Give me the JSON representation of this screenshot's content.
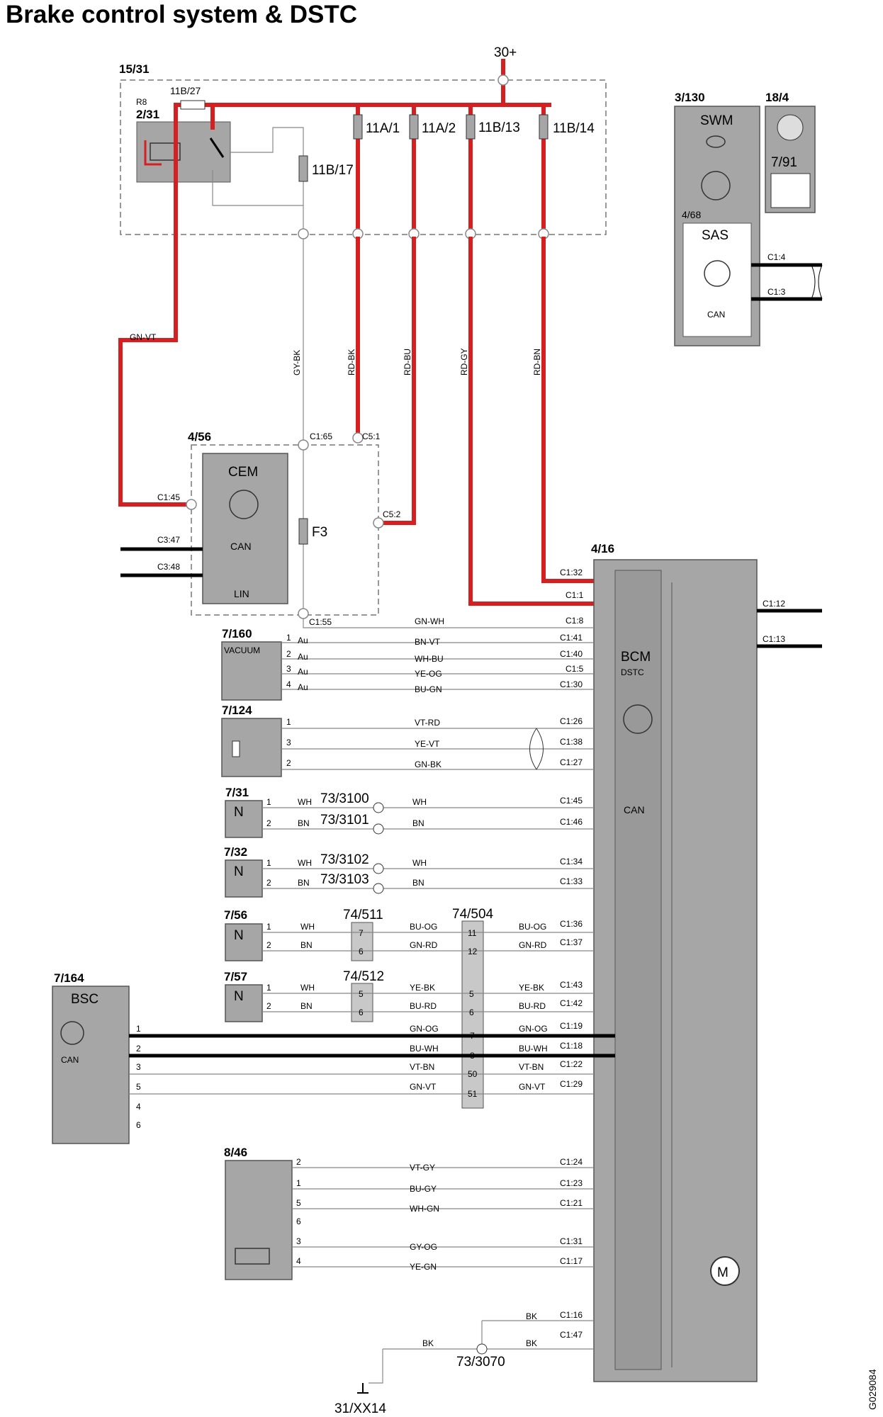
{
  "title": "Brake control system & DSTC",
  "doc_id": "G029084",
  "supply": "30+",
  "ground": "31/XX14",
  "fusebox": {
    "id": "15/31",
    "relay_id": "2/31",
    "relay_r": "R8",
    "fuses": [
      "11B/27",
      "11A/1",
      "11A/2",
      "11B/13",
      "11B/14",
      "11B/17"
    ]
  },
  "cem": {
    "id": "4/56",
    "name": "CEM",
    "can": "CAN",
    "lin": "LIN",
    "fuse": "F3"
  },
  "swm": {
    "id": "3/130",
    "name": "SWM",
    "sas_id": "4/68",
    "sas": "SAS",
    "can": "CAN"
  },
  "comp_18_4": "18/4",
  "comp_7_91": "7/91",
  "bcm": {
    "id": "4/16",
    "name": "BCM",
    "sub": "DSTC",
    "can": "CAN"
  },
  "wires": {
    "gn_vt": "GN-VT",
    "gy_bk": "GY-BK",
    "rd_bk": "RD-BK",
    "rd_bu": "RD-BU",
    "rd_gy": "RD-GY",
    "rd_bn": "RD-BN",
    "gn_wh": "GN-WH",
    "bk": "BK"
  },
  "pins": {
    "c1_65": "C1:65",
    "c5_1": "C5:1",
    "c1_45": "C1:45",
    "c5_2": "C5:2",
    "c3_47": "C3:47",
    "c3_48": "C3:48",
    "c1_55": "C1:55",
    "c1_32": "C1:32",
    "c1_1": "C1:1",
    "c1_8": "C1:8",
    "c1_12": "C1:12",
    "c1_13": "C1:13",
    "c1_4": "C1:4",
    "c1_3": "C1:3",
    "c1_16": "C1:16",
    "c1_47": "C1:47"
  },
  "vacuum": {
    "id": "7/160",
    "name": "VACUUM",
    "rows": [
      {
        "n": "1",
        "t": "Au",
        "w": "BN-VT",
        "p": "C1:41"
      },
      {
        "n": "2",
        "t": "Au",
        "w": "WH-BU",
        "p": "C1:40"
      },
      {
        "n": "3",
        "t": "Au",
        "w": "YE-OG",
        "p": "C1:5"
      },
      {
        "n": "4",
        "t": "Au",
        "w": "BU-GN",
        "p": "C1:30"
      }
    ]
  },
  "pedal": {
    "id": "7/124",
    "rows": [
      {
        "n": "1",
        "w": "VT-RD",
        "p": "C1:26"
      },
      {
        "n": "3",
        "w": "YE-VT",
        "p": "C1:38"
      },
      {
        "n": "2",
        "w": "GN-BK",
        "p": "C1:27"
      }
    ]
  },
  "wheel_front": [
    {
      "id": "7/31",
      "n": "N",
      "r": [
        {
          "n": "1",
          "a": "WH",
          "s": "73/3100",
          "b": "WH",
          "p": "C1:45"
        },
        {
          "n": "2",
          "a": "BN",
          "s": "73/3101",
          "b": "BN",
          "p": "C1:46"
        }
      ]
    },
    {
      "id": "7/32",
      "n": "N",
      "r": [
        {
          "n": "1",
          "a": "WH",
          "s": "73/3102",
          "b": "WH",
          "p": "C1:34"
        },
        {
          "n": "2",
          "a": "BN",
          "s": "73/3103",
          "b": "BN",
          "p": "C1:33"
        }
      ]
    }
  ],
  "wheel_rear": [
    {
      "id": "7/56",
      "n": "N",
      "conn": "74/511",
      "r": [
        {
          "n": "1",
          "a": "WH",
          "c": "7",
          "b": "BU-OG",
          "d": "11",
          "e": "BU-OG",
          "p": "C1:36"
        },
        {
          "n": "2",
          "a": "BN",
          "c": "6",
          "b": "GN-RD",
          "d": "12",
          "e": "GN-RD",
          "p": "C1:37"
        }
      ]
    },
    {
      "id": "7/57",
      "n": "N",
      "conn": "74/512",
      "r": [
        {
          "n": "1",
          "a": "WH",
          "c": "5",
          "b": "YE-BK",
          "d": "5",
          "e": "YE-BK",
          "p": "C1:43"
        },
        {
          "n": "2",
          "a": "BN",
          "c": "6",
          "b": "BU-RD",
          "d": "6",
          "e": "BU-RD",
          "p": "C1:42"
        }
      ]
    }
  ],
  "conn_504": "74/504",
  "bsc": {
    "id": "7/164",
    "name": "BSC",
    "can": "CAN",
    "rows": [
      {
        "n": "1",
        "w": "GN-OG",
        "c": "7",
        "e": "GN-OG",
        "p": "C1:19"
      },
      {
        "n": "2",
        "w": "BU-WH",
        "c": "8",
        "e": "BU-WH",
        "p": "C1:18"
      },
      {
        "n": "3",
        "w": "VT-BN",
        "c": "50",
        "e": "VT-BN",
        "p": "C1:22"
      },
      {
        "n": "5",
        "w": "GN-VT",
        "c": "51",
        "e": "GN-VT",
        "p": "C1:29"
      }
    ],
    "extra_pins": [
      "4",
      "6"
    ]
  },
  "switch_846": {
    "id": "8/46",
    "rows": [
      {
        "n": "2",
        "w": "VT-GY",
        "p": "C1:24"
      },
      {
        "n": "1",
        "w": "BU-GY",
        "p": "C1:23"
      },
      {
        "n": "5",
        "w": "WH-GN",
        "p": "C1:21"
      },
      {
        "n": "6",
        "w": "",
        "p": ""
      },
      {
        "n": "3",
        "w": "GY-OG",
        "p": "C1:31"
      },
      {
        "n": "4",
        "w": "YE-GN",
        "p": "C1:17"
      }
    ]
  },
  "splice_ground": "73/3070",
  "motor": "M"
}
